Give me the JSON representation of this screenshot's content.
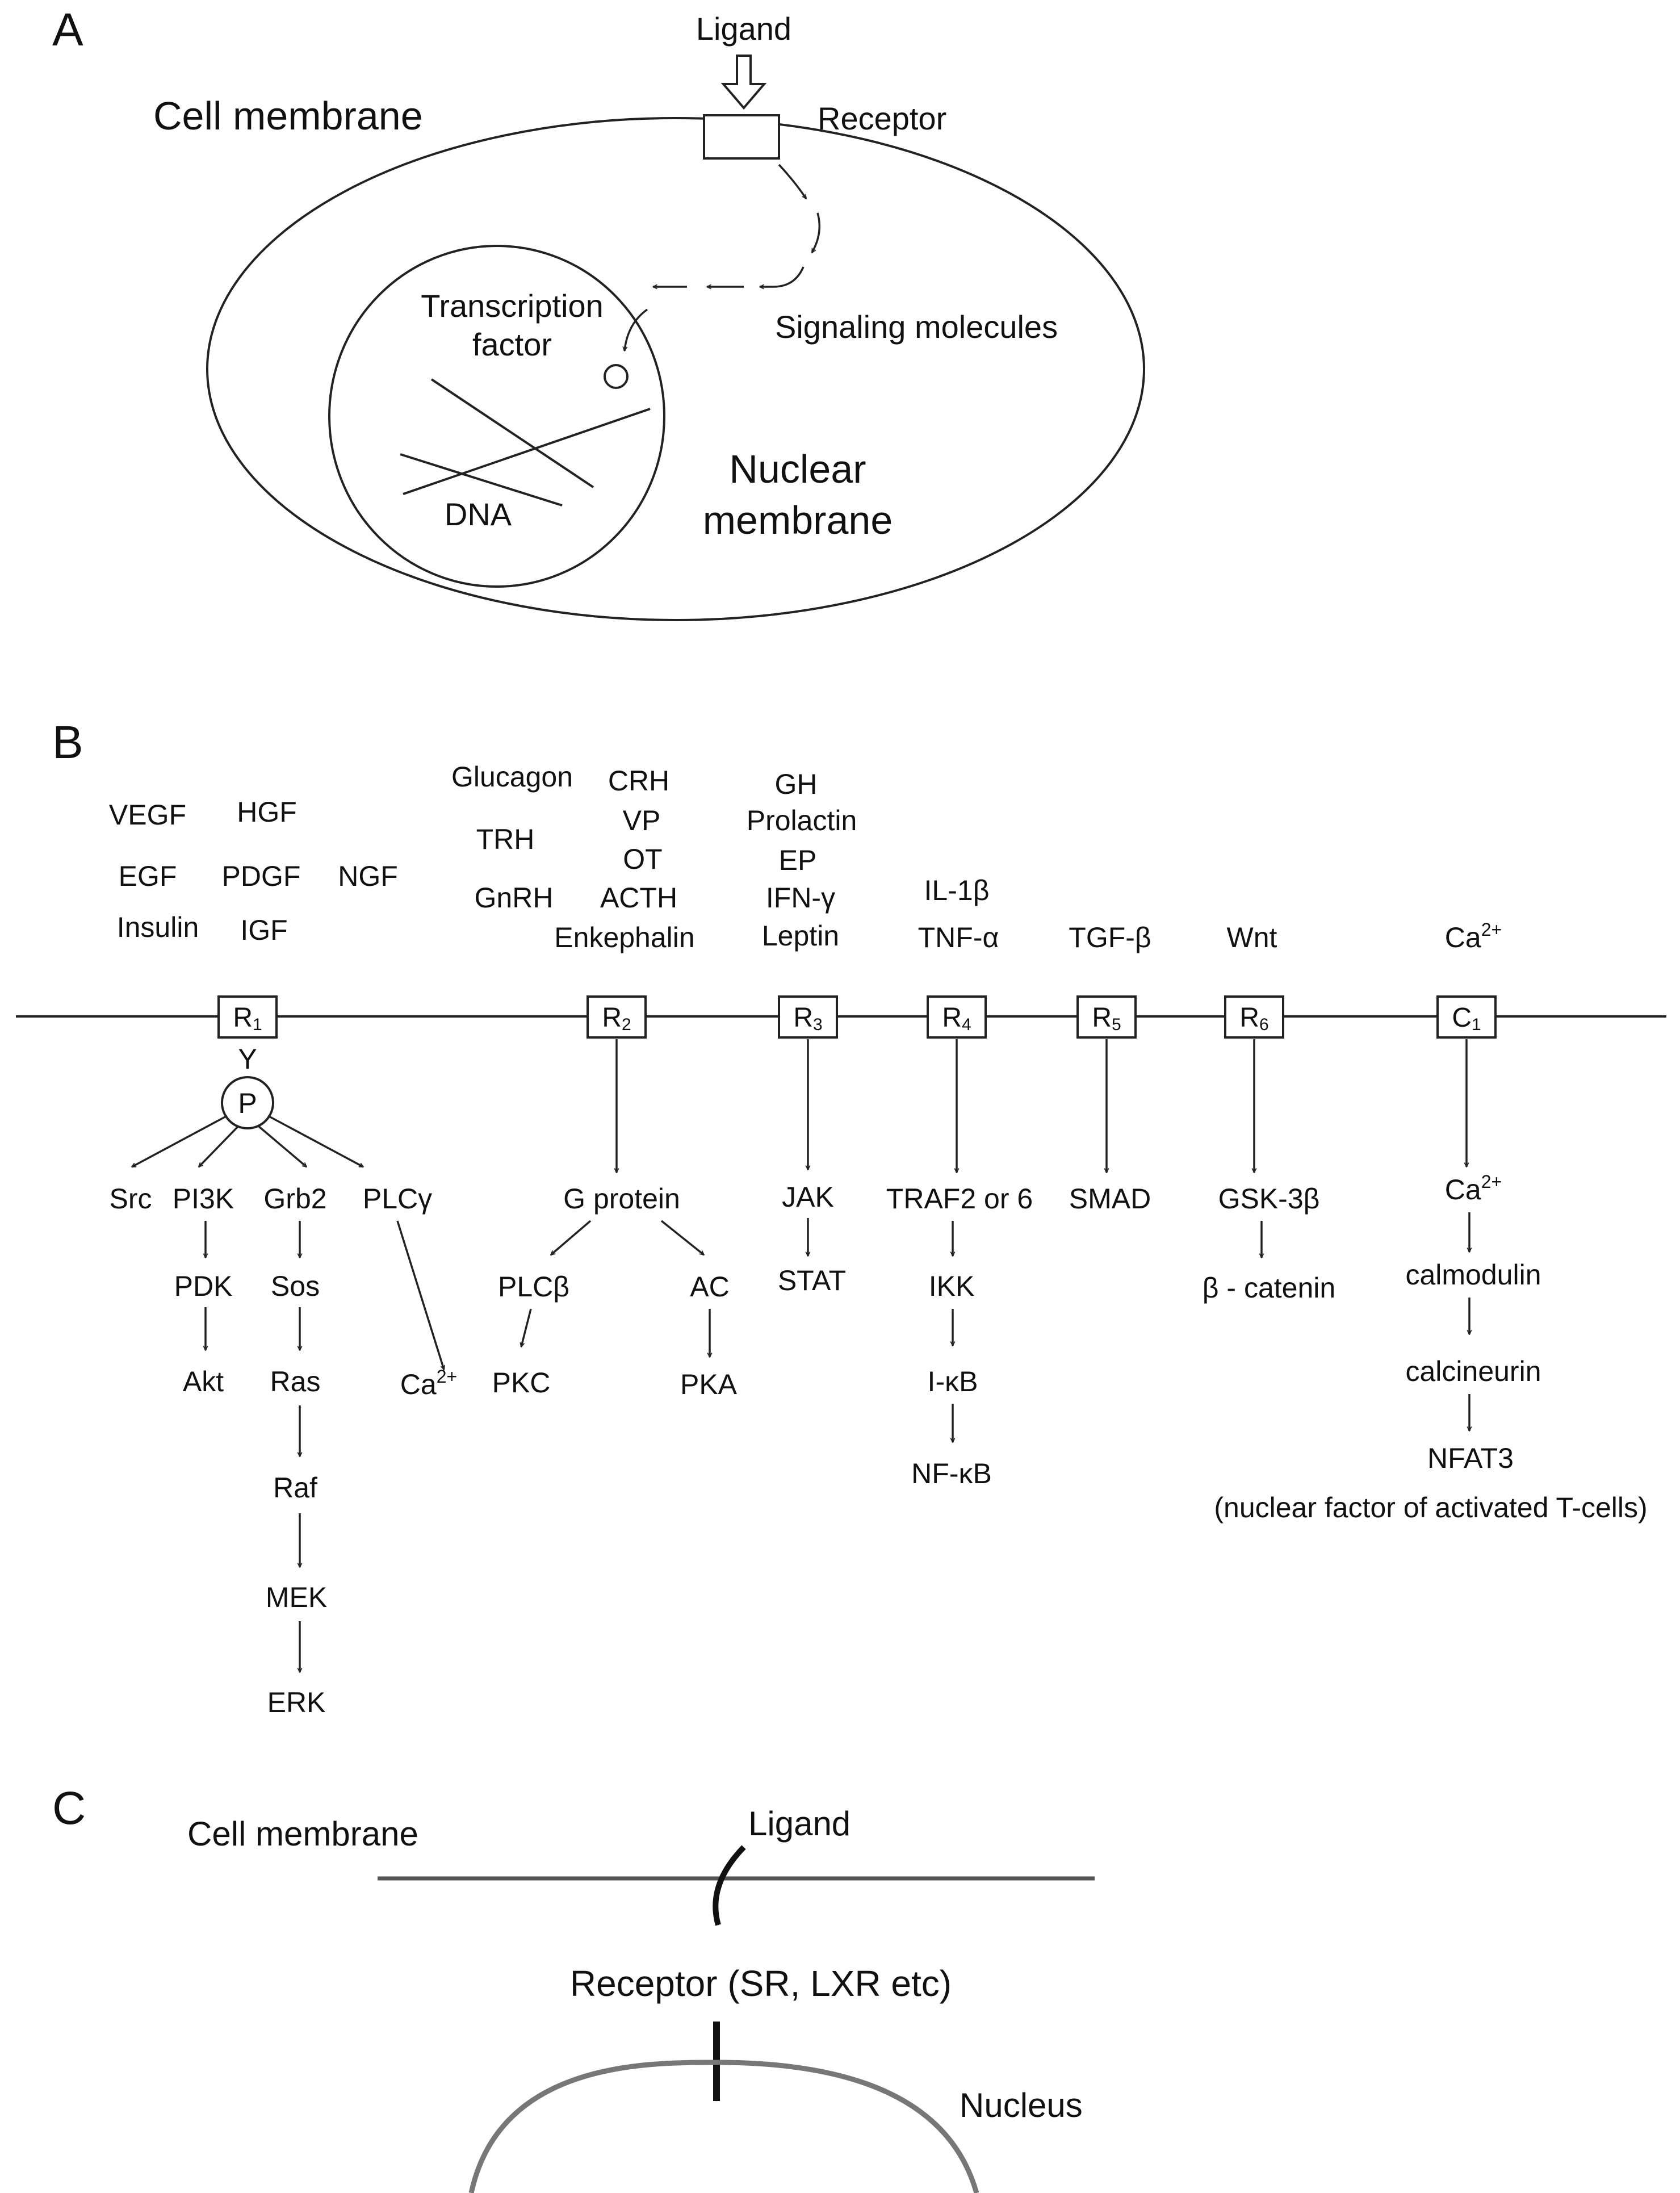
{
  "panel_a": {
    "letter": "A",
    "ligand": "Ligand",
    "receptor": "Receptor",
    "cell_membrane": "Cell membrane",
    "transcription_factor_line1": "Transcription",
    "transcription_factor_line2": "factor",
    "signaling_molecules": "Signaling molecules",
    "nuclear_membrane_line1": "Nuclear",
    "nuclear_membrane_line2": "membrane",
    "dna": "DNA"
  },
  "panel_b": {
    "letter": "B",
    "r1": {
      "receptor": "R",
      "sub": "1",
      "ligands": [
        "VEGF",
        "HGF",
        "EGF",
        "PDGF",
        "NGF",
        "Insulin",
        "IGF"
      ],
      "tyrosine": "Y",
      "phospho": "P",
      "src": "Src",
      "pi3k": "PI3K",
      "pdk": "PDK",
      "akt": "Akt",
      "grb2": "Grb2",
      "sos": "Sos",
      "ras": "Ras",
      "raf": "Raf",
      "mek": "MEK",
      "erk": "ERK",
      "plcg": "PLCγ",
      "ca_base": "Ca",
      "ca_sup": "2+"
    },
    "r2": {
      "receptor": "R",
      "sub": "2",
      "ligands": [
        "Glucagon",
        "CRH",
        "VP",
        "TRH",
        "OT",
        "GnRH",
        "ACTH",
        "Enkephalin"
      ],
      "g_protein": "G protein",
      "plcb": "PLCβ",
      "pkc": "PKC",
      "ac": "AC",
      "pka": "PKA"
    },
    "r3": {
      "receptor": "R",
      "sub": "3",
      "ligands": [
        "GH",
        "Prolactin",
        "EP",
        "IFN-γ",
        "Leptin"
      ],
      "jak": "JAK",
      "stat": "STAT"
    },
    "r4": {
      "receptor": "R",
      "sub": "4",
      "ligands": [
        "IL-1β",
        "TNF-α"
      ],
      "traf": "TRAF2 or 6",
      "ikk": "IKK",
      "ikb": "I-κB",
      "nfkb": "NF-κB"
    },
    "r5": {
      "receptor": "R",
      "sub": "5",
      "ligands": [
        "TGF-β"
      ],
      "smad": "SMAD"
    },
    "r6": {
      "receptor": "R",
      "sub": "6",
      "ligands": [
        "Wnt"
      ],
      "gsk": "GSK-3β",
      "catenin": "β - catenin"
    },
    "c1": {
      "channel": "C",
      "sub": "1",
      "ligand_base": "Ca",
      "ligand_sup": "2+",
      "ca_base": "Ca",
      "ca_sup": "2+",
      "calmodulin": "calmodulin",
      "calcineurin": "calcineurin",
      "nfat": "NFAT3",
      "nfat_note": "(nuclear factor of activated T-cells)"
    }
  },
  "panel_c": {
    "letter": "C",
    "cell_membrane": "Cell membrane",
    "ligand": "Ligand",
    "receptor": "Receptor (SR, LXR etc)",
    "nucleus": "Nucleus"
  },
  "colors": {
    "ink": "#111111",
    "membrane_c": "#555555",
    "nucleus_c": "#777777"
  }
}
